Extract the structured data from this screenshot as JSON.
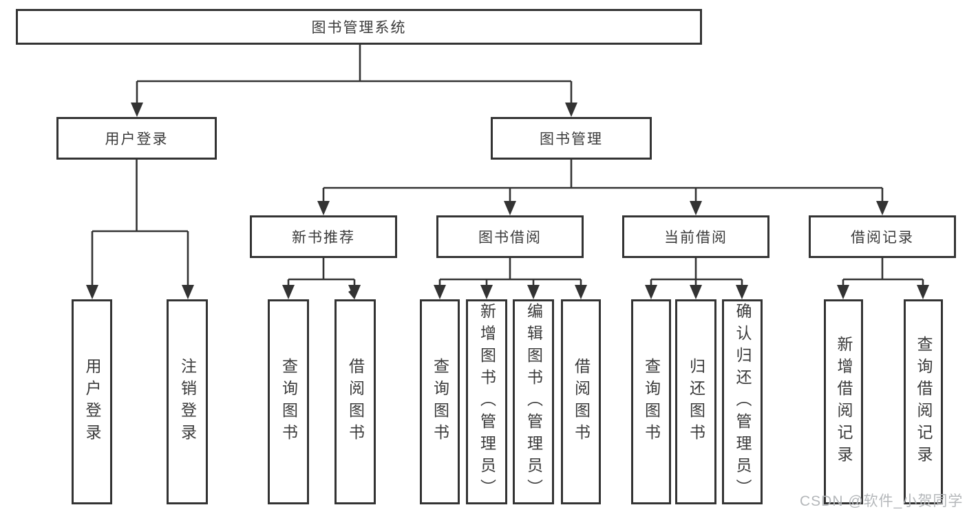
{
  "diagram": {
    "root": "图书管理系统",
    "branches": [
      "用户登录",
      "图书管理"
    ],
    "level3": [
      "新书推荐",
      "图书借阅",
      "当前借阅",
      "借阅记录"
    ],
    "leaves": {
      "login": [
        "用户登录",
        "注销登录"
      ],
      "recommend": [
        "查询图书",
        "借阅图书"
      ],
      "borrow": [
        "查询图书",
        "新增图书（管理员）",
        "编辑图书（管理员）",
        "借阅图书"
      ],
      "current": [
        "查询图书",
        "归还图书",
        "确认归还（管理员）"
      ],
      "records": [
        "新增借阅记录",
        "查询借阅记录"
      ]
    }
  },
  "watermark": "CSDN @软件_小贺同学",
  "colors": {
    "line": "#333333",
    "box_border": "#333333",
    "text": "#3a3a3a",
    "watermark": "#b4b7ba",
    "background": "#ffffff"
  }
}
